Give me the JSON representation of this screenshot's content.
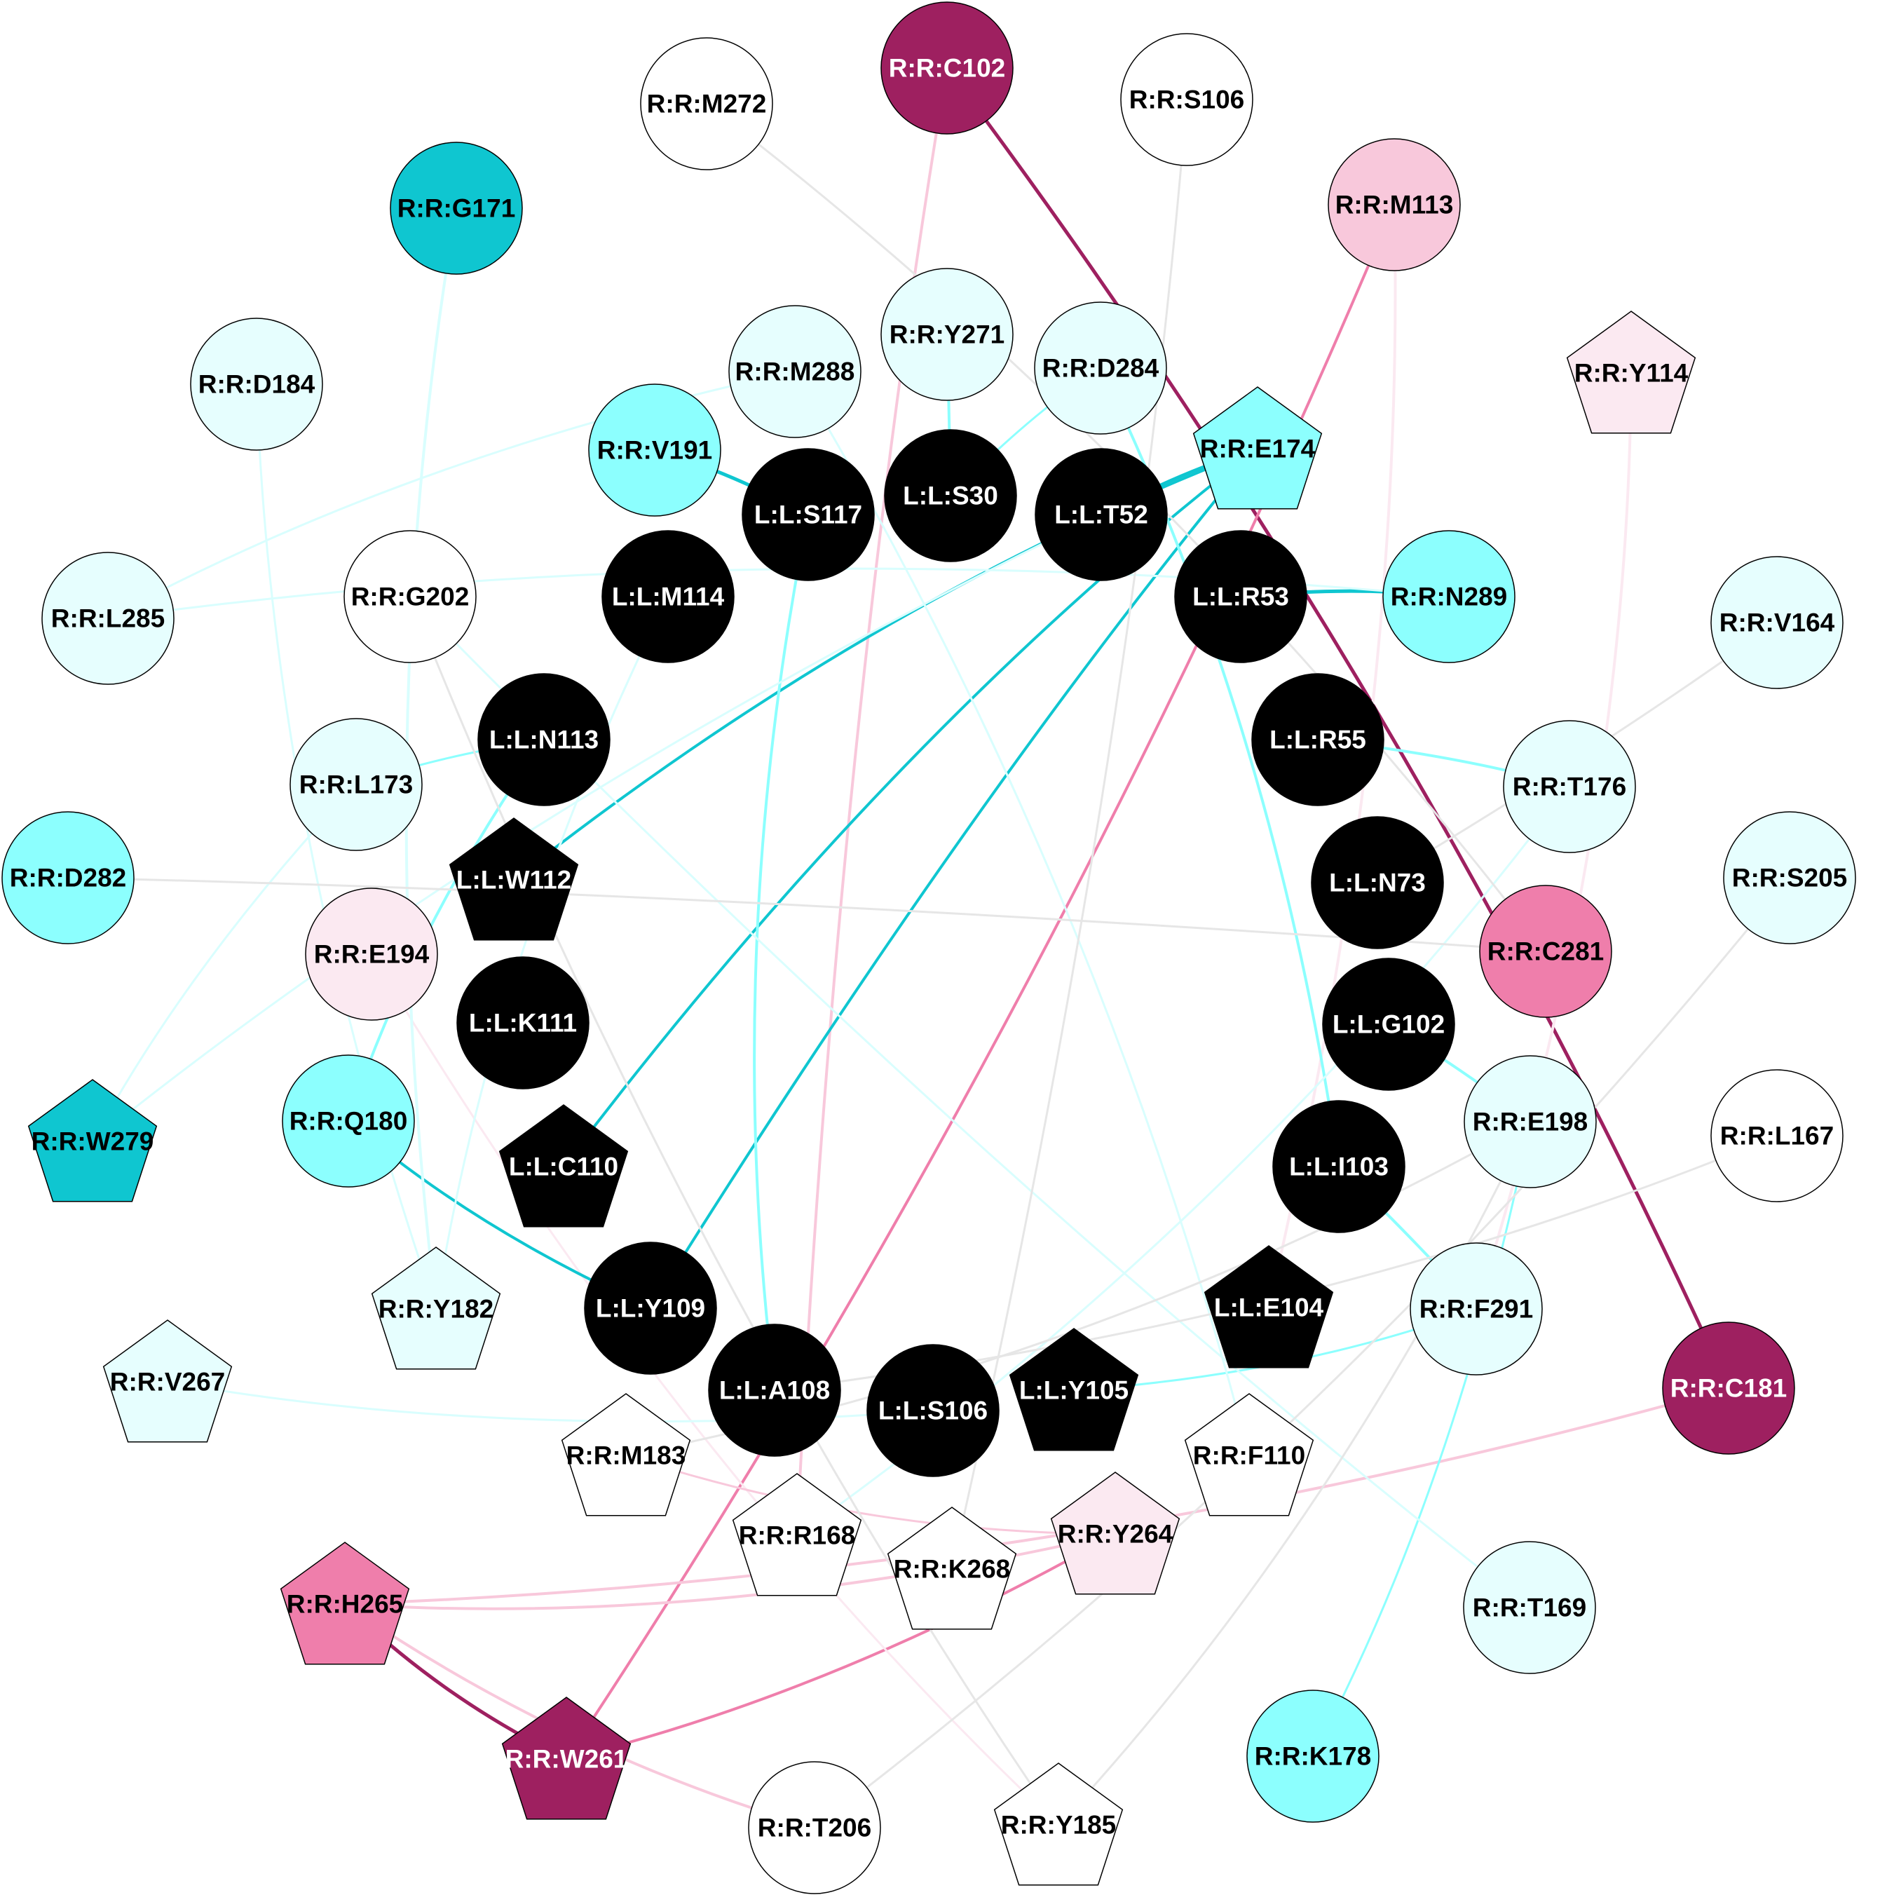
{
  "colors": {
    "black": "#000000",
    "dark_cyan": "#0fc6d0",
    "cyan": "#8cfffe",
    "pale_cyan": "#e6fefe",
    "white": "#ffffff",
    "dark_magenta": "#9e2060",
    "pink": "#ef7eab",
    "light_pink": "#f8c8db",
    "pale_pink": "#fbe9f1",
    "grey_edge": "#e6e6e6",
    "pale_cyan_edge": "#d9fefe",
    "light_pink_edge": "#f8c8db"
  },
  "nodes": [
    {
      "id": "C102",
      "label": "R:R:C102",
      "shape": "circle",
      "fill": "dark_magenta",
      "text": "white"
    },
    {
      "id": "M272",
      "label": "R:R:M272",
      "shape": "circle",
      "fill": "white",
      "text": "black"
    },
    {
      "id": "S106R",
      "label": "R:R:S106",
      "shape": "circle",
      "fill": "white",
      "text": "black"
    },
    {
      "id": "M113",
      "label": "R:R:M113",
      "shape": "circle",
      "fill": "light_pink",
      "text": "black"
    },
    {
      "id": "G171",
      "label": "R:R:G171",
      "shape": "circle",
      "fill": "dark_cyan",
      "text": "black"
    },
    {
      "id": "Y271",
      "label": "R:R:Y271",
      "shape": "circle",
      "fill": "pale_cyan",
      "text": "black"
    },
    {
      "id": "D184",
      "label": "R:R:D184",
      "shape": "circle",
      "fill": "pale_cyan",
      "text": "black"
    },
    {
      "id": "M288",
      "label": "R:R:M288",
      "shape": "circle",
      "fill": "pale_cyan",
      "text": "black"
    },
    {
      "id": "D284",
      "label": "R:R:D284",
      "shape": "circle",
      "fill": "pale_cyan",
      "text": "black"
    },
    {
      "id": "Y114",
      "label": "R:R:Y114",
      "shape": "pentagon",
      "fill": "pale_pink",
      "text": "black"
    },
    {
      "id": "V191",
      "label": "R:R:V191",
      "shape": "circle",
      "fill": "cyan",
      "text": "black"
    },
    {
      "id": "E174",
      "label": "R:R:E174",
      "shape": "pentagon",
      "fill": "cyan",
      "text": "black"
    },
    {
      "id": "S117",
      "label": "L:L:S117",
      "shape": "circle",
      "fill": "black",
      "text": "white"
    },
    {
      "id": "S30",
      "label": "L:L:S30",
      "shape": "circle",
      "fill": "black",
      "text": "white"
    },
    {
      "id": "T52",
      "label": "L:L:T52",
      "shape": "circle",
      "fill": "black",
      "text": "white"
    },
    {
      "id": "M114",
      "label": "L:L:M114",
      "shape": "circle",
      "fill": "black",
      "text": "white"
    },
    {
      "id": "R53",
      "label": "L:L:R53",
      "shape": "circle",
      "fill": "black",
      "text": "white"
    },
    {
      "id": "N289",
      "label": "R:R:N289",
      "shape": "circle",
      "fill": "cyan",
      "text": "black"
    },
    {
      "id": "L285",
      "label": "R:R:L285",
      "shape": "circle",
      "fill": "pale_cyan",
      "text": "black"
    },
    {
      "id": "G202",
      "label": "R:R:G202",
      "shape": "circle",
      "fill": "white",
      "text": "black"
    },
    {
      "id": "V164",
      "label": "R:R:V164",
      "shape": "circle",
      "fill": "pale_cyan",
      "text": "black"
    },
    {
      "id": "N113",
      "label": "L:L:N113",
      "shape": "circle",
      "fill": "black",
      "text": "white"
    },
    {
      "id": "R55",
      "label": "L:L:R55",
      "shape": "circle",
      "fill": "black",
      "text": "white"
    },
    {
      "id": "L173",
      "label": "R:R:L173",
      "shape": "circle",
      "fill": "pale_cyan",
      "text": "black"
    },
    {
      "id": "T176",
      "label": "R:R:T176",
      "shape": "circle",
      "fill": "pale_cyan",
      "text": "black"
    },
    {
      "id": "D282",
      "label": "R:R:D282",
      "shape": "circle",
      "fill": "cyan",
      "text": "black"
    },
    {
      "id": "W112",
      "label": "L:L:W112",
      "shape": "pentagon",
      "fill": "black",
      "text": "white"
    },
    {
      "id": "N73",
      "label": "L:L:N73",
      "shape": "circle",
      "fill": "black",
      "text": "white"
    },
    {
      "id": "S205",
      "label": "R:R:S205",
      "shape": "circle",
      "fill": "pale_cyan",
      "text": "black"
    },
    {
      "id": "E194",
      "label": "R:R:E194",
      "shape": "circle",
      "fill": "pale_pink",
      "text": "black"
    },
    {
      "id": "C281",
      "label": "R:R:C281",
      "shape": "circle",
      "fill": "pink",
      "text": "black"
    },
    {
      "id": "K111",
      "label": "L:L:K111",
      "shape": "circle",
      "fill": "black",
      "text": "white"
    },
    {
      "id": "G102",
      "label": "L:L:G102",
      "shape": "circle",
      "fill": "black",
      "text": "white"
    },
    {
      "id": "W279",
      "label": "R:R:W279",
      "shape": "pentagon",
      "fill": "dark_cyan",
      "text": "black"
    },
    {
      "id": "Q180",
      "label": "R:R:Q180",
      "shape": "circle",
      "fill": "cyan",
      "text": "black"
    },
    {
      "id": "E198",
      "label": "R:R:E198",
      "shape": "circle",
      "fill": "pale_cyan",
      "text": "black"
    },
    {
      "id": "L167",
      "label": "R:R:L167",
      "shape": "circle",
      "fill": "white",
      "text": "black"
    },
    {
      "id": "C110",
      "label": "L:L:C110",
      "shape": "pentagon",
      "fill": "black",
      "text": "white"
    },
    {
      "id": "I103",
      "label": "L:L:I103",
      "shape": "circle",
      "fill": "black",
      "text": "white"
    },
    {
      "id": "Y182",
      "label": "R:R:Y182",
      "shape": "pentagon",
      "fill": "pale_cyan",
      "text": "black"
    },
    {
      "id": "Y109",
      "label": "L:L:Y109",
      "shape": "circle",
      "fill": "black",
      "text": "white"
    },
    {
      "id": "E104",
      "label": "L:L:E104",
      "shape": "pentagon",
      "fill": "black",
      "text": "white"
    },
    {
      "id": "F291",
      "label": "R:R:F291",
      "shape": "circle",
      "fill": "pale_cyan",
      "text": "black"
    },
    {
      "id": "V267",
      "label": "R:R:V267",
      "shape": "pentagon",
      "fill": "pale_cyan",
      "text": "black"
    },
    {
      "id": "A108",
      "label": "L:L:A108",
      "shape": "circle",
      "fill": "black",
      "text": "white"
    },
    {
      "id": "S106L",
      "label": "L:L:S106",
      "shape": "circle",
      "fill": "black",
      "text": "white"
    },
    {
      "id": "Y105",
      "label": "L:L:Y105",
      "shape": "pentagon",
      "fill": "black",
      "text": "white"
    },
    {
      "id": "C181",
      "label": "R:R:C181",
      "shape": "circle",
      "fill": "dark_magenta",
      "text": "white"
    },
    {
      "id": "M183",
      "label": "R:R:M183",
      "shape": "pentagon",
      "fill": "white",
      "text": "black"
    },
    {
      "id": "F110",
      "label": "R:R:F110",
      "shape": "pentagon",
      "fill": "white",
      "text": "black"
    },
    {
      "id": "R168",
      "label": "R:R:R168",
      "shape": "pentagon",
      "fill": "white",
      "text": "black"
    },
    {
      "id": "Y264",
      "label": "R:R:Y264",
      "shape": "pentagon",
      "fill": "pale_pink",
      "text": "black"
    },
    {
      "id": "K268",
      "label": "R:R:K268",
      "shape": "pentagon",
      "fill": "white",
      "text": "black"
    },
    {
      "id": "H265",
      "label": "R:R:H265",
      "shape": "pentagon",
      "fill": "pink",
      "text": "black"
    },
    {
      "id": "T169",
      "label": "R:R:T169",
      "shape": "circle",
      "fill": "pale_cyan",
      "text": "black"
    },
    {
      "id": "K178",
      "label": "R:R:K178",
      "shape": "circle",
      "fill": "cyan",
      "text": "black"
    },
    {
      "id": "W261",
      "label": "R:R:W261",
      "shape": "pentagon",
      "fill": "dark_magenta",
      "text": "white"
    },
    {
      "id": "T206",
      "label": "R:R:T206",
      "shape": "circle",
      "fill": "white",
      "text": "black"
    },
    {
      "id": "Y185",
      "label": "R:R:Y185",
      "shape": "pentagon",
      "fill": "white",
      "text": "black"
    }
  ],
  "edges": [
    {
      "from": "C102",
      "to": "C181",
      "color": "dark_magenta",
      "weight": 5
    },
    {
      "from": "H265",
      "to": "W261",
      "color": "dark_magenta",
      "weight": 5
    },
    {
      "from": "M113",
      "to": "W261",
      "color": "pink",
      "weight": 4
    },
    {
      "from": "W261",
      "to": "Y264",
      "color": "pink",
      "weight": 4
    },
    {
      "from": "C102",
      "to": "R168",
      "color": "light_pink_edge",
      "weight": 4
    },
    {
      "from": "H265",
      "to": "C181",
      "color": "light_pink_edge",
      "weight": 4
    },
    {
      "from": "H265",
      "to": "Y264",
      "color": "light_pink_edge",
      "weight": 4
    },
    {
      "from": "H265",
      "to": "T206",
      "color": "light_pink_edge",
      "weight": 4
    },
    {
      "from": "M113",
      "to": "E104",
      "color": "pale_pink",
      "weight": 4
    },
    {
      "from": "Y114",
      "to": "F291",
      "color": "pale_pink",
      "weight": 4
    },
    {
      "from": "E194",
      "to": "Y185",
      "color": "pale_pink",
      "weight": 3
    },
    {
      "from": "M183",
      "to": "Y264",
      "color": "light_pink_edge",
      "weight": 3
    },
    {
      "from": "V191",
      "to": "S117",
      "color": "dark_cyan",
      "weight": 5
    },
    {
      "from": "E174",
      "to": "T52",
      "color": "dark_cyan",
      "weight": 5
    },
    {
      "from": "E174",
      "to": "W112",
      "color": "dark_cyan",
      "weight": 4
    },
    {
      "from": "E174",
      "to": "C110",
      "color": "dark_cyan",
      "weight": 4
    },
    {
      "from": "E174",
      "to": "Y109",
      "color": "dark_cyan",
      "weight": 4
    },
    {
      "from": "R53",
      "to": "N289",
      "color": "dark_cyan",
      "weight": 5
    },
    {
      "from": "Q180",
      "to": "Y109",
      "color": "dark_cyan",
      "weight": 4
    },
    {
      "from": "N113",
      "to": "Q180",
      "color": "cyan",
      "weight": 4
    },
    {
      "from": "S117",
      "to": "A108",
      "color": "cyan",
      "weight": 4
    },
    {
      "from": "D284",
      "to": "I103",
      "color": "cyan",
      "weight": 4
    },
    {
      "from": "Y271",
      "to": "S30",
      "color": "cyan",
      "weight": 4
    },
    {
      "from": "D284",
      "to": "S30",
      "color": "cyan",
      "weight": 3
    },
    {
      "from": "R55",
      "to": "T176",
      "color": "cyan",
      "weight": 4
    },
    {
      "from": "G102",
      "to": "E198",
      "color": "cyan",
      "weight": 4
    },
    {
      "from": "I103",
      "to": "F291",
      "color": "cyan",
      "weight": 4
    },
    {
      "from": "K178",
      "to": "E198",
      "color": "cyan",
      "weight": 3
    },
    {
      "from": "Y105",
      "to": "F291",
      "color": "cyan",
      "weight": 3
    },
    {
      "from": "L173",
      "to": "N113",
      "color": "cyan",
      "weight": 3
    },
    {
      "from": "G171",
      "to": "Y182",
      "color": "pale_cyan_edge",
      "weight": 4
    },
    {
      "from": "M114",
      "to": "Y182",
      "color": "pale_cyan_edge",
      "weight": 3
    },
    {
      "from": "L285",
      "to": "M288",
      "color": "pale_cyan_edge",
      "weight": 3
    },
    {
      "from": "L285",
      "to": "N289",
      "color": "pale_cyan_edge",
      "weight": 3
    },
    {
      "from": "D184",
      "to": "Y182",
      "color": "pale_cyan_edge",
      "weight": 3
    },
    {
      "from": "W279",
      "to": "L173",
      "color": "pale_cyan_edge",
      "weight": 3
    },
    {
      "from": "W279",
      "to": "T52",
      "color": "pale_cyan_edge",
      "weight": 3
    },
    {
      "from": "G202",
      "to": "T169",
      "color": "pale_cyan_edge",
      "weight": 3
    },
    {
      "from": "V267",
      "to": "S106L",
      "color": "pale_cyan_edge",
      "weight": 3
    },
    {
      "from": "M288",
      "to": "F110",
      "color": "pale_cyan_edge",
      "weight": 3
    },
    {
      "from": "T176",
      "to": "R168",
      "color": "pale_cyan_edge",
      "weight": 3
    },
    {
      "from": "V164",
      "to": "N73",
      "color": "grey_edge",
      "weight": 3
    },
    {
      "from": "M272",
      "to": "C281",
      "color": "grey_edge",
      "weight": 3
    },
    {
      "from": "S106R",
      "to": "K268",
      "color": "grey_edge",
      "weight": 3
    },
    {
      "from": "D282",
      "to": "C281",
      "color": "grey_edge",
      "weight": 3
    },
    {
      "from": "S205",
      "to": "T206",
      "color": "grey_edge",
      "weight": 3
    },
    {
      "from": "L167",
      "to": "A108",
      "color": "grey_edge",
      "weight": 3
    },
    {
      "from": "G202",
      "to": "Y185",
      "color": "grey_edge",
      "weight": 3
    },
    {
      "from": "E198",
      "to": "Y185",
      "color": "grey_edge",
      "weight": 3
    },
    {
      "from": "M183",
      "to": "E198",
      "color": "grey_edge",
      "weight": 3
    }
  ]
}
